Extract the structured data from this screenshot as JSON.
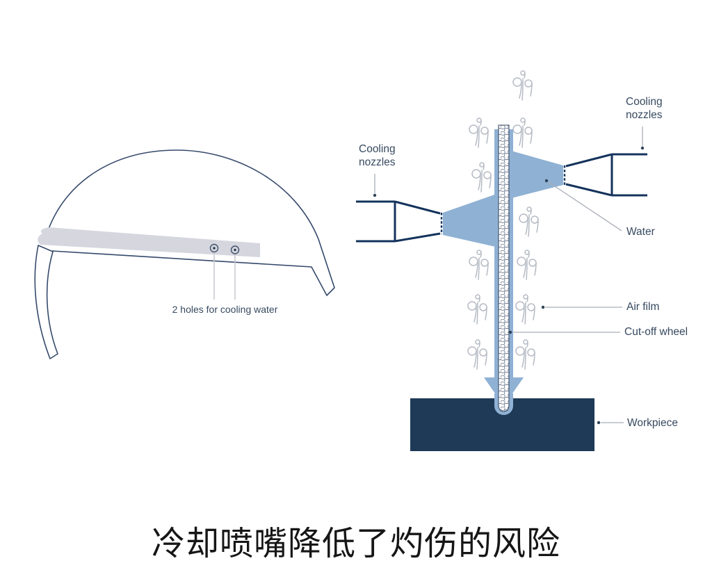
{
  "caption": {
    "title": "冷却喷嘴降低了灼伤的风险"
  },
  "left_figure": {
    "holes_label": "2 holes for cooling water"
  },
  "right_figure": {
    "cooling_nozzles_left_label": "Cooling nozzles",
    "cooling_nozzles_right_label": "Cooling nozzles",
    "water_label": "Water",
    "air_film_label": "Air film",
    "cut_off_wheel_label": "Cut-off wheel",
    "workpiece_label": "Workpiece"
  },
  "colors": {
    "water_blue": "#8fb1d4",
    "workpiece_navy": "#1e3a57",
    "outline_navy": "#14335c",
    "guard_bar_gray": "#d5d6de",
    "label_slate": "#36495f",
    "swirl_gray": "#b5bac4",
    "title_black": "#161616"
  },
  "icons": {
    "air_swirl": "air-swirl-icon"
  }
}
